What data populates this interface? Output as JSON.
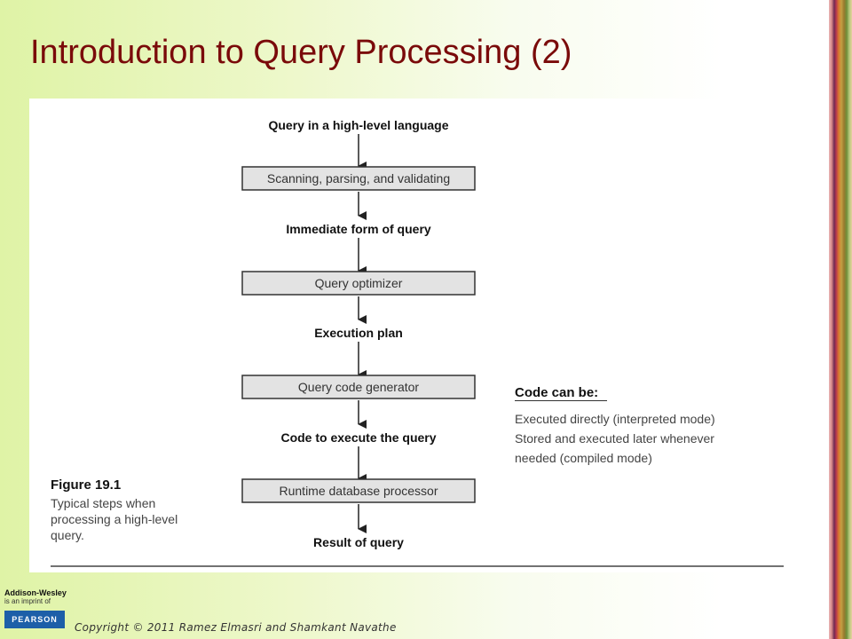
{
  "slide": {
    "title": "Introduction to Query Processing (2)",
    "copyright": "Copyright © 2011 Ramez Elmasri and Shamkant Navathe"
  },
  "publisher": {
    "brand": "Addison-Wesley",
    "imprint_note": "is an imprint of",
    "parent": "PEARSON"
  },
  "diagram": {
    "steps": [
      {
        "kind": "label",
        "text": "Query in a high-level language"
      },
      {
        "kind": "process",
        "text": "Scanning, parsing, and validating"
      },
      {
        "kind": "label",
        "text": "Immediate form of query"
      },
      {
        "kind": "process",
        "text": "Query optimizer"
      },
      {
        "kind": "label",
        "text": "Execution plan"
      },
      {
        "kind": "process",
        "text": "Query code generator"
      },
      {
        "kind": "label",
        "text": "Code to execute the query"
      },
      {
        "kind": "process",
        "text": "Runtime database processor"
      },
      {
        "kind": "label",
        "text": "Result of query"
      }
    ],
    "caption": {
      "number": "Figure 19.1",
      "lines": [
        "Typical steps when",
        "processing a high-level",
        "query."
      ]
    },
    "note": {
      "heading": "Code can be:",
      "lines": [
        "Executed directly (interpreted mode)",
        "Stored and executed later whenever",
        "needed (compiled mode)"
      ]
    }
  }
}
